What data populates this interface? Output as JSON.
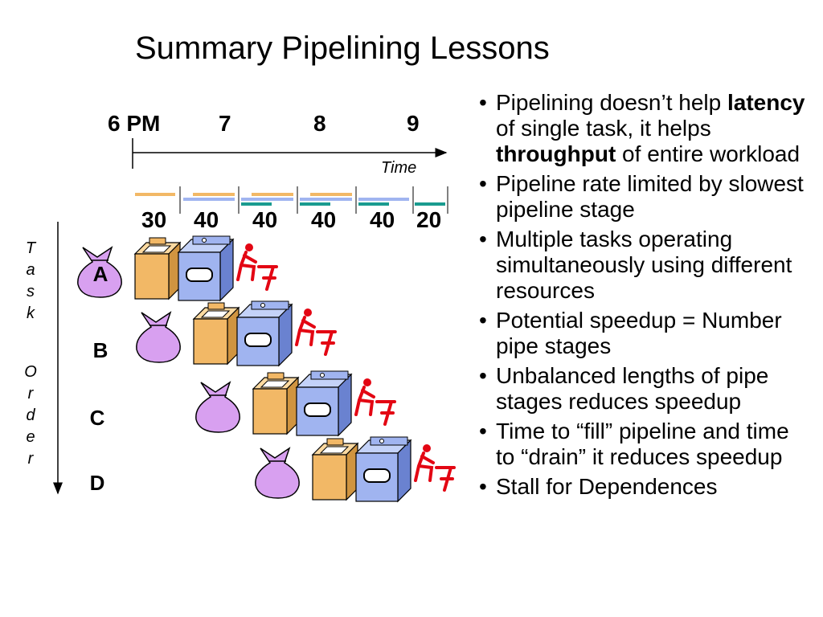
{
  "title": "Summary Pipelining Lessons",
  "timeline": {
    "hours": [
      "6 PM",
      "7",
      "8",
      "9"
    ],
    "axis_label": "Time",
    "stage_durations": [
      "30",
      "40",
      "40",
      "40",
      "40",
      "20"
    ]
  },
  "task_order_label": [
    "T",
    "a",
    "s",
    "k",
    "O",
    "r",
    "d",
    "e",
    "r"
  ],
  "tasks": [
    "A",
    "B",
    "C",
    "D"
  ],
  "icons": [
    "laundry-bag-icon",
    "washer-icon",
    "dryer-icon",
    "folding-person-icon"
  ],
  "colors": {
    "washer": "#f2b866",
    "dryer": "#a0b4f0",
    "folder": "#e30613",
    "bag": "#d8a0f0",
    "fold_stage": "#1a9b8f"
  },
  "bullets": [
    {
      "parts": [
        {
          "text": "Pipelining doesn’t help "
        },
        {
          "text": "latency",
          "bold": true
        },
        {
          "text": " of single task, it helps "
        },
        {
          "text": "throughput",
          "bold": true
        },
        {
          "text": " of entire workload"
        }
      ]
    },
    {
      "parts": [
        {
          "text": "Pipeline rate limited by slowest pipeline stage"
        }
      ]
    },
    {
      "parts": [
        {
          "text": "Multiple tasks operating simultaneously using different resources"
        }
      ]
    },
    {
      "parts": [
        {
          "text": "Potential speedup = Number pipe stages"
        }
      ]
    },
    {
      "parts": [
        {
          "text": "Unbalanced lengths of pipe stages reduces speedup"
        }
      ]
    },
    {
      "parts": [
        {
          "text": "Time to “fill” pipeline and time to “drain” it reduces speedup"
        }
      ]
    },
    {
      "parts": [
        {
          "text": "Stall for Dependences"
        }
      ]
    }
  ]
}
